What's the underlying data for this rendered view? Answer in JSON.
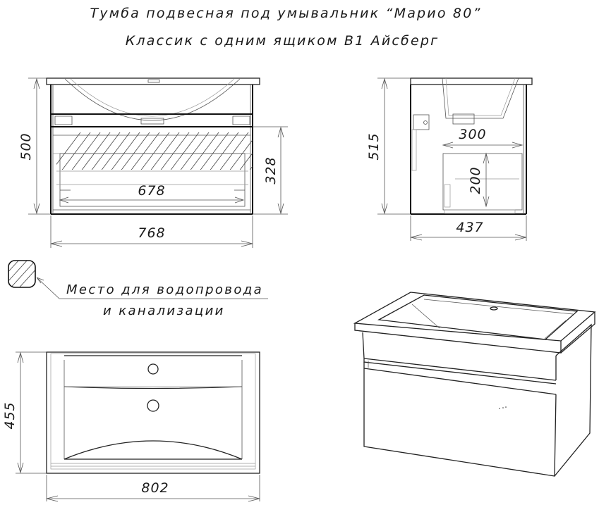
{
  "title": {
    "line1": "Тумба подвесная под умывальник “Марио 80”",
    "line2": "Классик с одним ящиком B1   Айсберг"
  },
  "front_view": {
    "height_label": "500",
    "width_label": "768",
    "drawer_height_label": "328",
    "inner_width_label": "678"
  },
  "side_view": {
    "height_label": "515",
    "depth_label": "437",
    "drawer_depth_label": "300",
    "drawer_inner_height_label": "200"
  },
  "legend": {
    "icon": "hatched-rounded-square-icon",
    "line1": "Место для водопровода",
    "line2": "и канализации"
  },
  "top_view": {
    "depth_label": "455",
    "width_label": "802"
  },
  "iso_view": {
    "description": "isometric-vanity-with-sink"
  },
  "colors": {
    "line": "#111111",
    "background": "#ffffff"
  }
}
